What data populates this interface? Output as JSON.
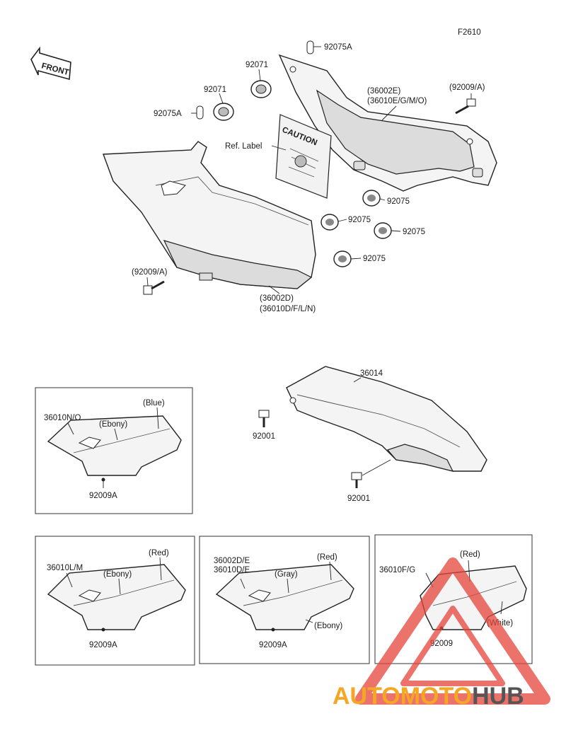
{
  "figure_code": "F2610",
  "front_tag": "FRONT",
  "caution_text": "CAUTION",
  "main": {
    "grommet_top": "92075A",
    "grommet_a_upper": "92071",
    "grommet_a_left": "92071",
    "grommet_top_left": "92075A",
    "ref_label": "Ref. Label",
    "right_cover_l1": "(36002E)",
    "right_cover_l2": "(36010E/G/M/O)",
    "bolt_right": "(92009/A)",
    "damper_1": "92075",
    "damper_2": "92075",
    "damper_3": "92075",
    "damper_4": "92075",
    "bolt_left": "(92009/A)",
    "left_cover_l1": "(36002D)",
    "left_cover_l2": "(36010D/F/L/N)"
  },
  "tail": {
    "part": "36014",
    "bolt_upper": "92001",
    "bolt_lower": "92001"
  },
  "inset_1": {
    "part": "36010N/O",
    "color_1": "(Ebony)",
    "color_2": "(Blue)",
    "bolt": "92009A"
  },
  "inset_2": {
    "part": "36010L/M",
    "color_1": "(Ebony)",
    "color_2": "(Red)",
    "bolt": "92009A"
  },
  "inset_3": {
    "part_l1": "36002D/E",
    "part_l2": "36010D/E",
    "color_1": "(Gray)",
    "color_2": "(Red)",
    "color_3": "(Ebony)",
    "bolt": "92009A"
  },
  "inset_4": {
    "part": "36010F/G",
    "color_1": "(Red)",
    "color_2": "(White)",
    "bolt": "92009"
  },
  "watermark": {
    "part_1": "AUTOMOTO",
    "part_2": "HUB",
    "color_1": "#f5a623",
    "color_2": "#e5453a",
    "color_3": "#555555"
  }
}
